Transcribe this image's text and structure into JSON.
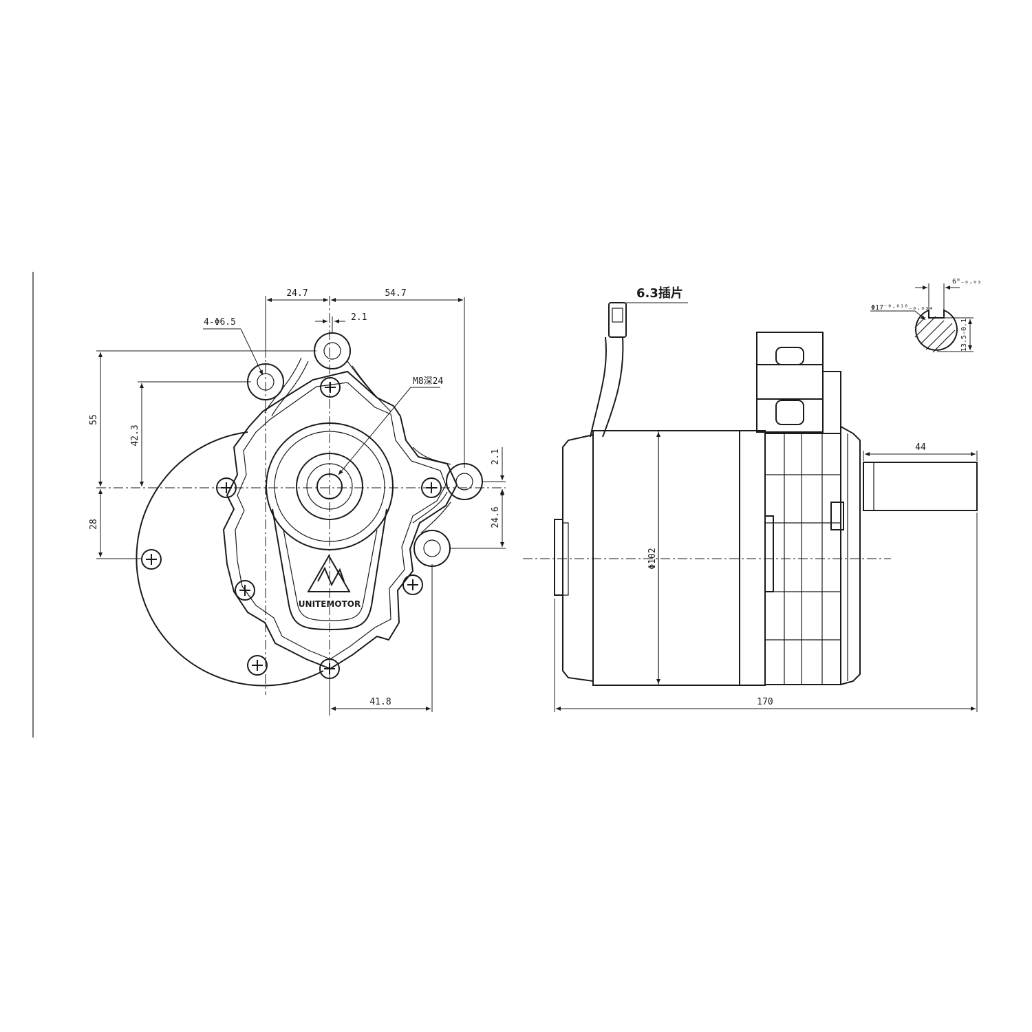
{
  "front_view": {
    "dim_24_7": "24.7",
    "dim_54_7": "54.7",
    "dim_2_1_top": "2.1",
    "hole_callout": "4-Φ6.5",
    "thread_callout": "M8深24",
    "dim_55": "55",
    "dim_42_3": "42.3",
    "dim_28": "28",
    "dim_2_1_right": "2.1",
    "dim_24_6": "24.6",
    "dim_41_8": "41.8",
    "brand_logo_text": "UNITEMOTOR"
  },
  "side_view": {
    "terminal_label": "6.3插片",
    "dim_44": "44",
    "dim_diameter": "Φ102",
    "dim_170": "170"
  },
  "shaft_section": {
    "key_width": "6⁰₋₀.₀₃",
    "shaft_diameter": "Φ17⁻⁰·⁰¹⁶₋₀.₀₃₄",
    "key_depth": "13.5-0.1"
  }
}
